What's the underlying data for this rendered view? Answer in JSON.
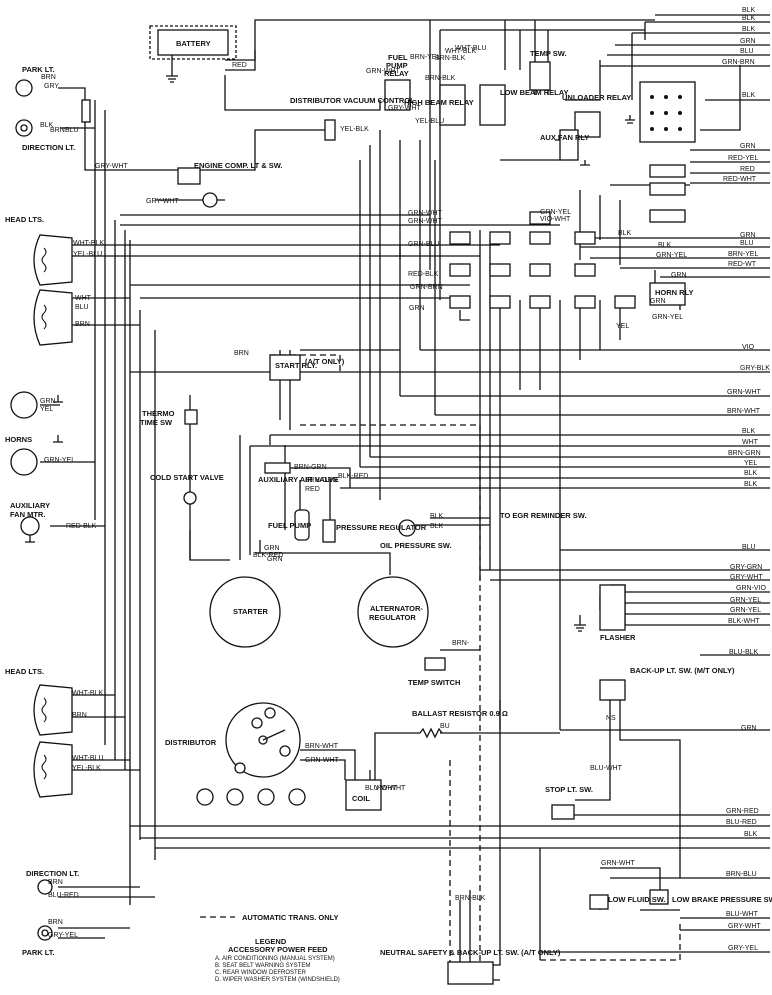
{
  "components": {
    "battery": "BATTERY"
  },
  "labels": {
    "park_lt_top": "PARK LT.",
    "direction_lt_top": "DIRECTION LT.",
    "head_lts_top": "HEAD LTS.",
    "horns": "HORNS",
    "auxiliary": "AUXILIARY",
    "fan_mtr": "FAN MTR.",
    "head_lts_bottom": "HEAD LTS.",
    "direction_lt_bottom": "DIRECTION LT.",
    "park_lt_bottom": "PARK LT.",
    "starter": "STARTER",
    "alternator": "ALTERNATOR-",
    "regulator": "REGULATOR",
    "distributor": "DISTRIBUTOR",
    "coil": "COIL",
    "fuel": "FUEL",
    "pump": "PUMP",
    "relay": "RELAY",
    "high_beam": "HIGH BEAM RELAY",
    "low_beam": "LOW BEAM RELAY",
    "distributor_vacuum": "DISTRIBUTOR VACUUM CONTROL",
    "temp_sw_top": "TEMP SW.",
    "unloader_relay": "UNLOADER RELAY",
    "aux_fan_rly": "AUX FAN RLY",
    "engine_comp": "ENGINE COMP. LT & SW.",
    "horn_rly": "HORN RLY",
    "start_rly": "START RLY.",
    "at_only": "(A/T ONLY)",
    "thermo": "THERMO",
    "time_sw": "TIME SW",
    "cold_start": "COLD START VALVE",
    "aux_air_valve": "AUXILIARY AIR VALVE",
    "fuel_pump": "FUEL PUMP",
    "pressure_regulator": "PRESSURE REGULATOR",
    "oil_pressure_sw": "OIL PRESSURE SW.",
    "egr_reminder": "TO EGR REMINDER SW.",
    "temp_switch": "TEMP SWITCH",
    "ballast": "BALLAST RESISTOR 0.9 Ω",
    "flasher": "FLASHER",
    "back_up": "BACK-UP LT. SW. (M/T ONLY)",
    "stop_lt_sw": "STOP LT. SW.",
    "low_fluid": "LOW FLUID SW.",
    "low_brake": "LOW BRAKE PRESSURE SW.",
    "neutral_safety": "NEUTRAL SAFETY & BACK-UP LT. SW. (A/T ONLY)",
    "automatic_trans_only": "AUTOMATIC TRANS. ONLY"
  },
  "legend": {
    "title": "LEGEND",
    "subtitle": "ACCESSORY POWER FEED",
    "items": [
      "A. AIR CONDITIONING (MANUAL SYSTEM)",
      "B. SEAT BELT WARNING SYSTEM",
      "C. REAR WINDOW DEFROSTER",
      "D. WIPER WASHER SYSTEM (WINDSHIELD)"
    ]
  },
  "wire_tags": [
    {
      "text": "BLK"
    },
    {
      "text": "BLK"
    },
    {
      "text": "BLK"
    },
    {
      "text": "GRN"
    },
    {
      "text": "BLU"
    },
    {
      "text": "GRN-BRN"
    },
    {
      "text": "BLK"
    },
    {
      "text": "GRN"
    },
    {
      "text": "RED-YEL"
    },
    {
      "text": "RED"
    },
    {
      "text": "RED-WHT"
    },
    {
      "text": "GRN"
    },
    {
      "text": "BLU"
    },
    {
      "text": "BRN-YEL"
    },
    {
      "text": "RED-WT"
    },
    {
      "text": "VIO"
    },
    {
      "text": "GRY-BLK"
    },
    {
      "text": "GRN-WHT"
    },
    {
      "text": "BRN-WHT"
    },
    {
      "text": "BLK"
    },
    {
      "text": "WHT"
    },
    {
      "text": "BRN-GRN"
    },
    {
      "text": "YEL"
    },
    {
      "text": "BLK"
    },
    {
      "text": "BLK"
    },
    {
      "text": "BLU"
    },
    {
      "text": "GRY-GRN"
    },
    {
      "text": "GRY-WHT"
    },
    {
      "text": "GRN-VIO"
    },
    {
      "text": "GRN-YEL"
    },
    {
      "text": "GRN-YEL"
    },
    {
      "text": "BLK-WHT"
    },
    {
      "text": "BLU-BLK"
    },
    {
      "text": "GRN"
    },
    {
      "text": "GRN-RED"
    },
    {
      "text": "BLU-RED"
    },
    {
      "text": "BLK"
    },
    {
      "text": "BRN-BLU"
    },
    {
      "text": "BLU-WHT"
    },
    {
      "text": "GRY-WHT"
    },
    {
      "text": "GRY-YEL"
    },
    {
      "text": "RED"
    },
    {
      "text": "GRY"
    },
    {
      "text": "BRN"
    },
    {
      "text": "BLK"
    },
    {
      "text": "BRN"
    },
    {
      "text": "BLU"
    },
    {
      "text": "GRY-WHT"
    },
    {
      "text": "GRY-WHT"
    },
    {
      "text": "WHT-BLK"
    },
    {
      "text": "YEL-BLU"
    },
    {
      "text": "WHT-"
    },
    {
      "text": "BLU"
    },
    {
      "text": "BRN"
    },
    {
      "text": "GRN"
    },
    {
      "text": "YEL"
    },
    {
      "text": "GRN-YEL"
    },
    {
      "text": "RED-BLK"
    },
    {
      "text": "WHT-BLK"
    },
    {
      "text": "BRN"
    },
    {
      "text": "WHT-BLU"
    },
    {
      "text": "YEL-BLK"
    },
    {
      "text": "BRN"
    },
    {
      "text": "BLU-RED"
    },
    {
      "text": "BRN"
    },
    {
      "text": "GRY-YEL"
    },
    {
      "text": "BRN"
    },
    {
      "text": "GRN-WHT"
    },
    {
      "text": "GRY-WHT"
    },
    {
      "text": "BRN-YEL"
    },
    {
      "text": "BRN-BLK"
    },
    {
      "text": "BRN-BLK"
    },
    {
      "text": "WHT-BLK"
    },
    {
      "text": "WHT-BLU"
    },
    {
      "text": "YEL-BLU"
    },
    {
      "text": "YEL-BLK"
    },
    {
      "text": "GRN-WHT"
    },
    {
      "text": "GRN-WHT"
    },
    {
      "text": "GRN-BLU"
    },
    {
      "text": "RED-BLK"
    },
    {
      "text": "GRN-BRN"
    },
    {
      "text": "GRN"
    },
    {
      "text": "GRN-YEL"
    },
    {
      "text": "VIO-WHT"
    },
    {
      "text": "BLK"
    },
    {
      "text": "BLK"
    },
    {
      "text": "GRN-YEL"
    },
    {
      "text": "GRN"
    },
    {
      "text": "YEL"
    },
    {
      "text": "GRN"
    },
    {
      "text": "GRN-YEL"
    },
    {
      "text": "BRN-GRN"
    },
    {
      "text": "BRN-GRN"
    },
    {
      "text": "RED"
    },
    {
      "text": "BLK-RED"
    },
    {
      "text": "BLK"
    },
    {
      "text": "BLK"
    },
    {
      "text": "GRN"
    },
    {
      "text": "GRN"
    },
    {
      "text": "BLK-RED"
    },
    {
      "text": "BRN-WHT"
    },
    {
      "text": "GRN-WHT"
    },
    {
      "text": "BLU-WHT"
    },
    {
      "text": "VIO-WHT"
    },
    {
      "text": "BRN-"
    },
    {
      "text": "BU"
    },
    {
      "text": "NS"
    },
    {
      "text": "BLU-WHT"
    },
    {
      "text": "GRN-WHT"
    },
    {
      "text": "BRN-BLK"
    }
  ]
}
